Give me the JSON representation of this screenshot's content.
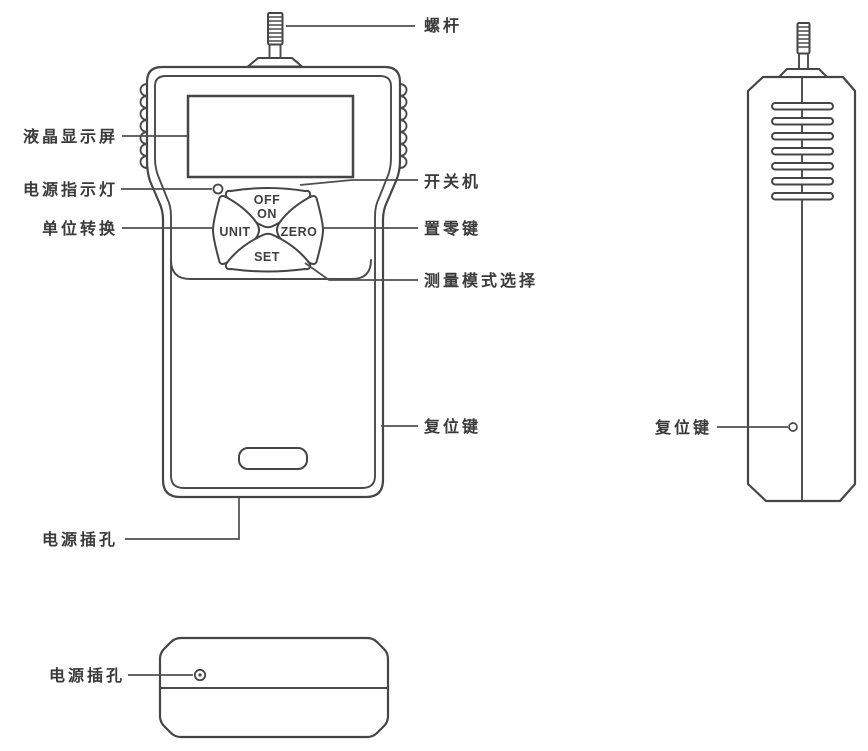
{
  "figure": {
    "background": "#ffffff",
    "line_color": "#454545",
    "text_color": "#3a3a3a"
  },
  "labels": {
    "screw": "螺杆",
    "lcd_screen": "液晶显示屏",
    "power_indicator": "电源指示灯",
    "unit_switch": "单位转换",
    "power_on_off": "开关机",
    "zero_key": "置零键",
    "mode_select": "测量模式选择",
    "reset_key": "复位键",
    "power_socket": "电源插孔"
  },
  "keypad": {
    "off": "OFF",
    "on": "ON",
    "unit": "UNIT",
    "zero": "ZERO",
    "set": "SET"
  }
}
